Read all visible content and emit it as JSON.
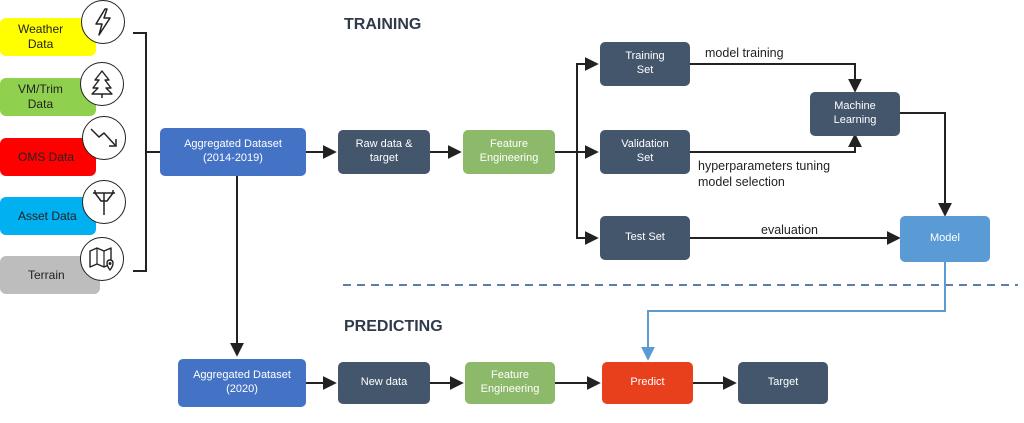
{
  "headings": {
    "training": "TRAINING",
    "predicting": "PREDICTING"
  },
  "sources": [
    {
      "label": "Weather\nData",
      "color": "#ffff00",
      "icon": "lightning-icon"
    },
    {
      "label": "VM/Trim\nData",
      "color": "#8fd14f",
      "icon": "tree-icon"
    },
    {
      "label": "OMS Data",
      "color": "#ff0000",
      "icon": "trend-down-icon"
    },
    {
      "label": "Asset Data",
      "color": "#00b0f0",
      "icon": "power-pole-icon"
    },
    {
      "label": "Terrain",
      "color": "#bdbdbd",
      "icon": "map-pin-icon"
    }
  ],
  "training": {
    "aggregated": "Aggregated Dataset\n(2014-2019)",
    "raw": "Raw data &\ntarget",
    "feature": "Feature\nEngineering",
    "train_set": "Training\nSet",
    "validation_set": "Validation\nSet",
    "test_set": "Test Set",
    "ml": "Machine\nLearning",
    "model": "Model"
  },
  "edge_labels": {
    "model_training": "model training",
    "hyperparameters": "hyperparameters tuning\nmodel selection",
    "evaluation": "evaluation"
  },
  "predicting": {
    "aggregated": "Aggregated Dataset\n(2020)",
    "new_data": "New data",
    "feature": "Feature\nEngineering",
    "predict": "Predict",
    "target": "Target"
  },
  "colors": {
    "navy": "#44566b",
    "blue": "#4472c4",
    "light_blue": "#5b9bd5",
    "green": "#8cba6a",
    "red": "#e8401c",
    "divider": "#5b7fa6"
  }
}
